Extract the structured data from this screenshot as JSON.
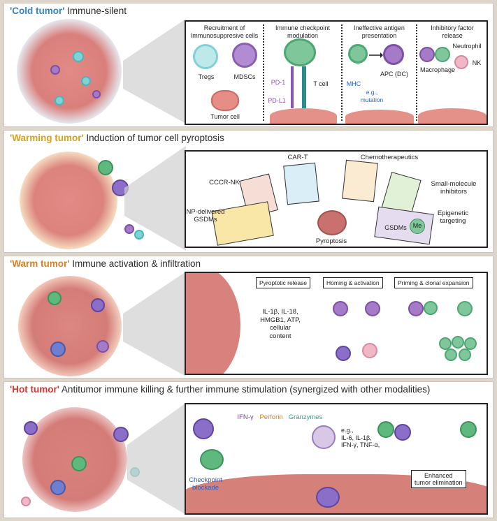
{
  "cold": {
    "tag": "'Cold tumor'",
    "desc": " Immune-silent",
    "tag_color": "#2f86c8",
    "sections": [
      {
        "title": "Recruitment of\nImmunosuppresive cells"
      },
      {
        "title": "Immune checkpoint\nmodulation"
      },
      {
        "title": "Ineffective antigen\npresentation"
      },
      {
        "title": "Inhibitory factor\nrelease"
      }
    ],
    "labels": {
      "tregs": "Tregs",
      "mdscs": "MDSCs",
      "tumor_cell": "Tumor cell",
      "pd1": "PD-1",
      "pdl1": "PD-L1",
      "tcell": "T cell",
      "mhc": "MHC",
      "eg_mutation": "e.g.,\nmutation",
      "apc": "APC (DC)",
      "neutrophil": "Neutrophil",
      "nk": "NK",
      "macrophage": "Macrophage"
    }
  },
  "warming": {
    "tag": "'Warming tumor'",
    "desc": " Induction of tumor cell pyroptosis",
    "tag_color": "#d4a21a",
    "labels": {
      "cart": "CAR-T",
      "chemo": "Chemotherapeutics",
      "cccrnk": "CCCR-NK",
      "smallmol": "Small-molecule\ninhibitors",
      "np": "NP-delivered\nGSDMs",
      "epigenetic": "Epigenetic\ntargeting",
      "pyroptosis": "Pyroptosis",
      "gsdms": "GSDMs",
      "me": "Me"
    }
  },
  "warm": {
    "tag": "'Warm tumor'",
    "desc": " Immune activation & infiltration",
    "tag_color": "#e07c1c",
    "labels": {
      "release": "Pyroptotic release",
      "homing": "Homing & activation",
      "priming": "Priming & clonal expansion",
      "content": "IL-1β, IL-18,\nHMGB1, ATP,\ncellular\ncontent"
    }
  },
  "hot": {
    "tag": "'Hot tumor'",
    "desc": " Antitumor immune killing & further immune stimulation (synergized with other modalities)",
    "tag_color": "#d9342b",
    "labels": {
      "ifn": "IFN-γ",
      "perforin": "Perforin",
      "granzymes": "Granzymes",
      "checkpoint": "Checkpoint\nblockade",
      "cytokines": "e.g.,\nIL-6, IL-1β,\nIFN-γ, TNF-α,",
      "enhanced": "Enhanced\ntumor elimination"
    },
    "colors": {
      "ifn": "#7a3fa0",
      "perforin": "#e27a1a",
      "granzymes": "#2aa38a",
      "checkpoint": "#2b5fc4"
    }
  }
}
